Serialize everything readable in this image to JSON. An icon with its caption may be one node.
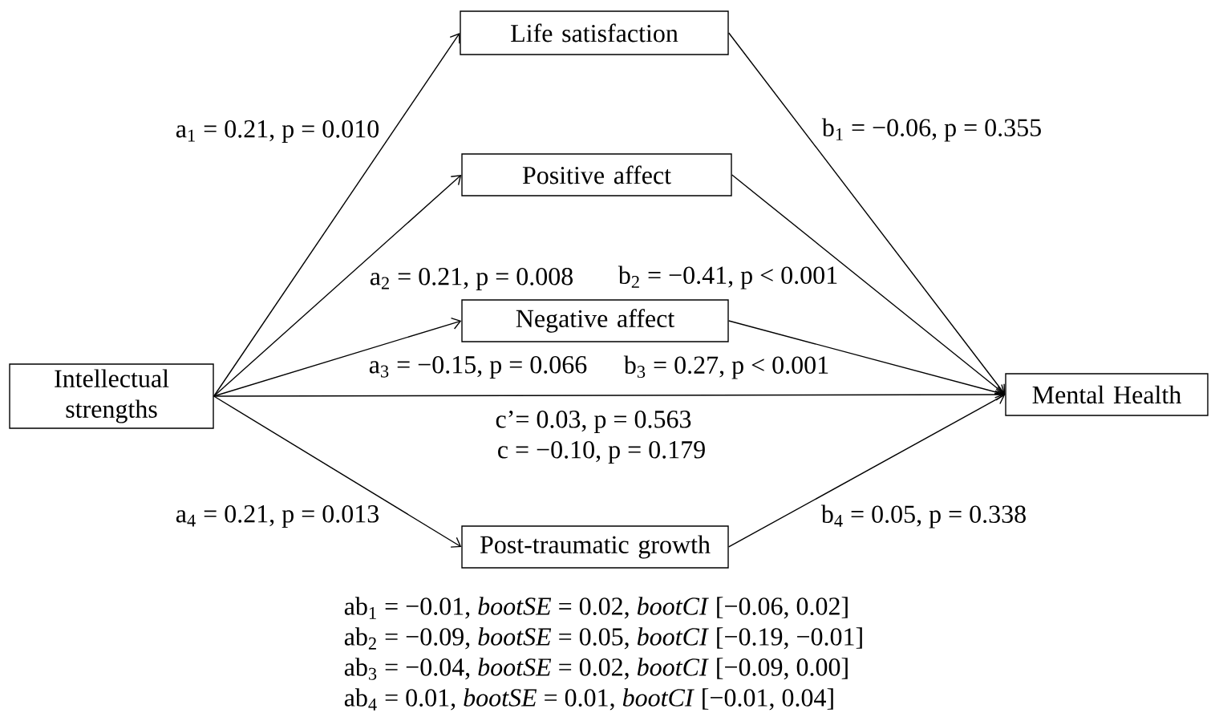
{
  "diagram": {
    "nodes": [
      {
        "text": [
          "Life satisfaction"
        ]
      },
      {
        "text": [
          "Positive affect"
        ]
      },
      {
        "text": [
          "Negative affect"
        ]
      },
      {
        "text": [
          "Intellectual strengths"
        ]
      },
      {
        "text": [
          "Mental Health"
        ]
      },
      {
        "text": [
          "Post-traumatic growth"
        ]
      }
    ],
    "edges": [
      {
        "from": 3,
        "to": 0,
        "arrow": "to",
        "label": "a$_{1}$ = 0.21, p = 0.010"
      },
      {
        "from": 3,
        "to": 1,
        "arrow": "to",
        "label": "a$_{2}$ = 0.21, p = 0.008"
      },
      {
        "from": 3,
        "to": 2,
        "arrow": "to",
        "label": "a$_{3}$ = −0.15, p = 0.066"
      },
      {
        "from": 3,
        "to": 4,
        "arrow": "to",
        "label": "c’= 0.03, p = 0.563"
      },
      {
        "from": 3,
        "to": 5,
        "arrow": "to",
        "label": "a$_{4}$ = 0.21, p = 0.013"
      },
      {
        "from": 0,
        "to": 4,
        "arrow": "to",
        "label": "b$_{1}$ = −0.06, p = 0.355"
      },
      {
        "from": 1,
        "to": 4,
        "arrow": "to",
        "label": "b$_{2}$ = −0.41, p < 0.001"
      },
      {
        "from": 2,
        "to": 4,
        "arrow": "to",
        "label": "b$_{3}$ = 0.27, p < 0.001"
      },
      {
        "from": 5,
        "to": 4,
        "arrow": "to",
        "label": "b$_{4}$ = 0.05, p = 0.338"
      }
    ],
    "labels": [
      "c = −0.10, p = 0.179",
      "ab$_{1}$ = −0.01, *bootSE* = 0.02, *bootCI* [−0.06, 0.02]",
      "ab$_{2}$ = −0.09, *bootSE* = 0.05, *bootCI* [−0.19, −0.01]",
      "ab$_{3}$ = −0.04, *bootSE* = 0.02, *bootCI* [−0.09, 0.00]",
      "ab$_{4}$ = 0.01, *bootSE* = 0.01, *bootCI* [−0.01, 0.04]"
    ]
  }
}
